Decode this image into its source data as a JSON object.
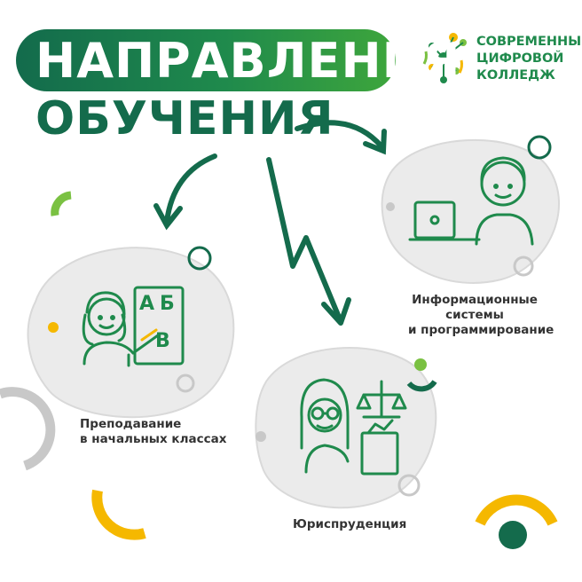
{
  "title": {
    "line1": "НАПРАВЛЕНИЯ",
    "line2": "ОБУЧЕНИЯ"
  },
  "logo": {
    "line1": "СОВРЕМЕННЫЙ",
    "line2": "ЦИФРОВОЙ",
    "line3": "КОЛЛЕДЖ",
    "icon": "network-people-icon"
  },
  "directions": [
    {
      "label_line1": "Преподавание",
      "label_line2": "в начальных классах",
      "icon": "teacher-abc-board-icon",
      "board_letters": [
        "А",
        "Б",
        "В"
      ]
    },
    {
      "label_line1": "Информационные",
      "label_line2": "системы",
      "label_line3": "и программирование",
      "icon": "person-laptop-icon"
    },
    {
      "label_line1": "Юриспруденция",
      "icon": "lawyer-scales-icon"
    }
  ],
  "colors": {
    "dark_green": "#146b4c",
    "green": "#1f8a4c",
    "light_green": "#7ac142",
    "yellow": "#f5b800",
    "gray": "#c8c8c8",
    "blob": "#ebebeb"
  }
}
